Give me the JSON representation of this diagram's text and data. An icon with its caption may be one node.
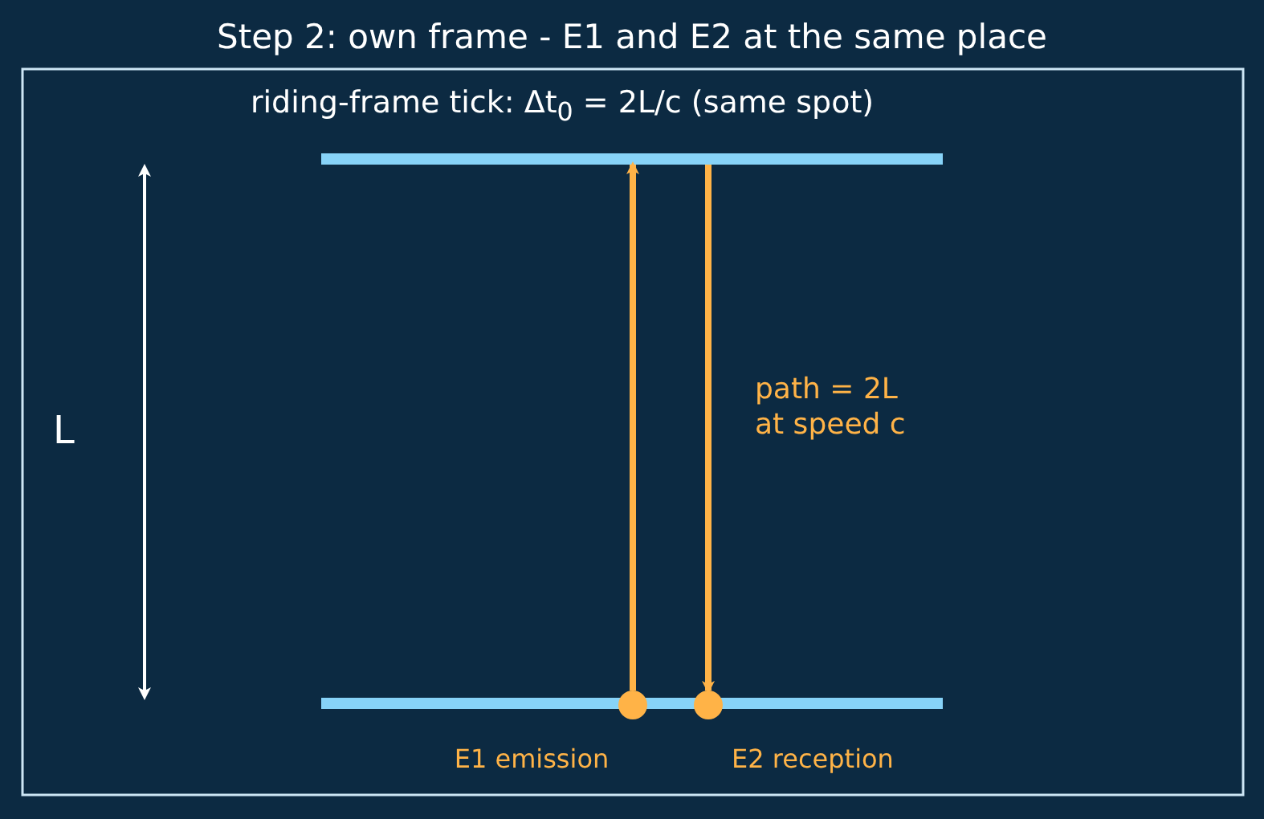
{
  "diagram": {
    "title": "Step 2: own frame - E1 and E2 at the same place",
    "nodes": [
      {
        "text": [],
        "shape": "bar"
      },
      {
        "text": [],
        "shape": "bar"
      },
      {
        "text": [],
        "shape": "circle",
        "beside": [
          "E1 emission"
        ]
      },
      {
        "text": [],
        "shape": "circle",
        "beside": [
          "E2 reception"
        ]
      }
    ],
    "edges": [
      {
        "from": 2,
        "to": 0,
        "arrow": "to"
      },
      {
        "from": 0,
        "to": 3,
        "arrow": "to"
      }
    ],
    "labels": [
      "riding-frame tick:  Δt$_{0}$ = 2L/c  (same spot)",
      "L",
      "path = 2L at speed c"
    ]
  }
}
